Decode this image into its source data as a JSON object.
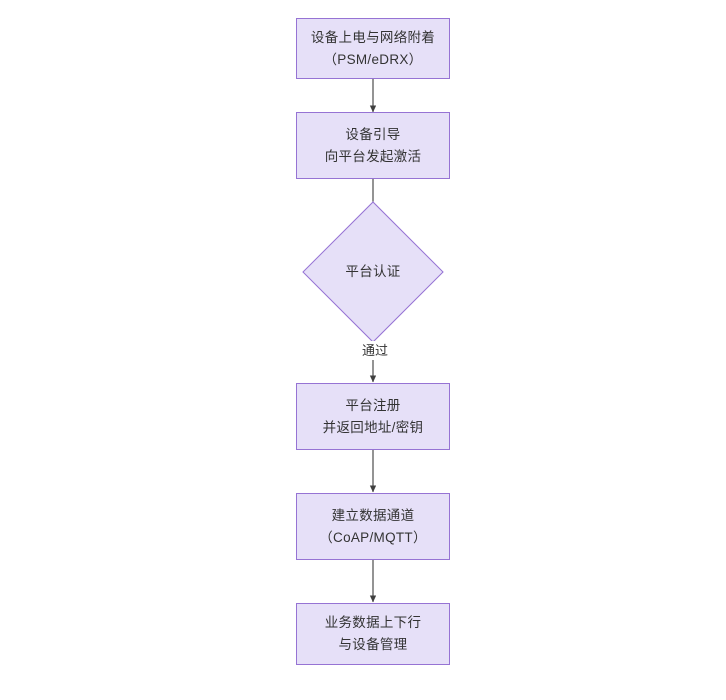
{
  "diagram": {
    "type": "flowchart",
    "orientation": "top-to-bottom",
    "title": "",
    "background_color": "#ffffff",
    "node_fill_color": "#e6e0f8",
    "node_border_color": "#9673d4",
    "text_color": "#333333",
    "edge_color": "#4d4d4d",
    "nodes": [
      {
        "id": "n1",
        "shape": "rectangle",
        "label": "设备上电与网络附着\n（PSM/eDRX）",
        "line1": "设备上电与网络附着",
        "line2": "（PSM/eDRX）"
      },
      {
        "id": "n2",
        "shape": "rectangle",
        "label": "设备引导\n向平台发起激活",
        "line1": "设备引导",
        "line2": "向平台发起激活"
      },
      {
        "id": "n3",
        "shape": "diamond",
        "label": "平台认证",
        "line1": "平台认证",
        "line2": ""
      },
      {
        "id": "n4",
        "shape": "rectangle",
        "label": "平台注册\n并返回地址/密钥",
        "line1": "平台注册",
        "line2": "并返回地址/密钥"
      },
      {
        "id": "n5",
        "shape": "rectangle",
        "label": "建立数据通道\n（CoAP/MQTT）",
        "line1": "建立数据通道",
        "line2": "（CoAP/MQTT）"
      },
      {
        "id": "n6",
        "shape": "rectangle",
        "label": "业务数据上下行\n与设备管理",
        "line1": "业务数据上下行",
        "line2": "与设备管理"
      }
    ],
    "edges": [
      {
        "id": "e1",
        "from": "n1",
        "to": "n2",
        "label": ""
      },
      {
        "id": "e2",
        "from": "n2",
        "to": "n3",
        "label": ""
      },
      {
        "id": "e3",
        "from": "n3",
        "to": "n4",
        "label": "通过"
      },
      {
        "id": "e4",
        "from": "n4",
        "to": "n5",
        "label": ""
      },
      {
        "id": "e5",
        "from": "n5",
        "to": "n6",
        "label": ""
      }
    ]
  }
}
